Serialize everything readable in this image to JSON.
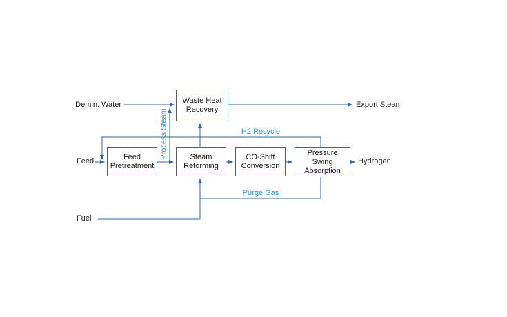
{
  "diagram": {
    "boxes": {
      "waste_heat_recovery": "Waste Heat Recovery",
      "feed_pretreatment": "Feed Pretreatment",
      "steam_reforming": "Steam Reforming",
      "co_shift_conversion": "CO-Shift Conversion",
      "pressure_swing_absorption": "Pressure Swing Absorption"
    },
    "inputs": {
      "demin_water": "Demin. Water",
      "feed": "Feed",
      "fuel": "Fuel"
    },
    "outputs": {
      "export_steam": "Export Steam",
      "hydrogen": "Hydrogen"
    },
    "stream_labels": {
      "process_steam": "Process Steam",
      "h2_recycle": "H2 Recycle",
      "purge_gas": "Purge Gas"
    },
    "colors": {
      "flow_line": "#33679b",
      "box_border": "#33679b",
      "stream_label_text": "#3898c8",
      "label_text": "#1d1d1b",
      "background": "#ffffff"
    }
  }
}
